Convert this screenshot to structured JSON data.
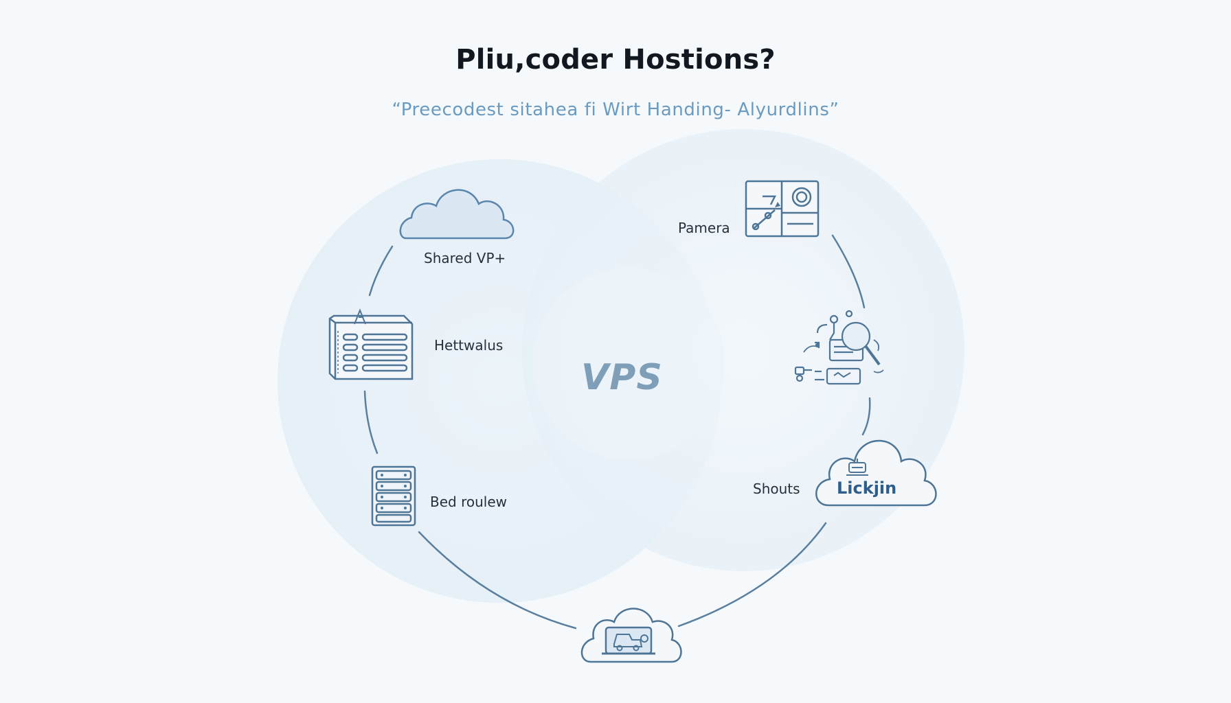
{
  "header": {
    "title": "Pliu,coder Hostions?",
    "subtitle": "“Preecodest sitahea fi Wirt Handing- Alyurdlins”"
  },
  "diagram": {
    "center_label": "VPS",
    "nodes": [
      {
        "id": "shared",
        "label": "Shared VP+",
        "icon": "cloud-icon"
      },
      {
        "id": "hettwalus",
        "label": "Hettwalus",
        "icon": "document-list-icon"
      },
      {
        "id": "bed-roulew",
        "label": "Bed roulew",
        "icon": "server-rack-icon"
      },
      {
        "id": "bottom-cloud",
        "label": "",
        "icon": "cloud-vehicle-icon"
      },
      {
        "id": "shouts",
        "label": "Shouts",
        "icon": "cloud-icon",
        "inner_label": "Lickjin"
      },
      {
        "id": "analytics",
        "label": "",
        "icon": "magnifier-network-icon"
      },
      {
        "id": "pamera",
        "label": "Pamera",
        "icon": "panel-grid-icon"
      }
    ]
  },
  "colors": {
    "background": "#f6f9fb",
    "accent": "#5a86ad",
    "stroke": "#4f7596",
    "bubble": "#e3eff7"
  }
}
